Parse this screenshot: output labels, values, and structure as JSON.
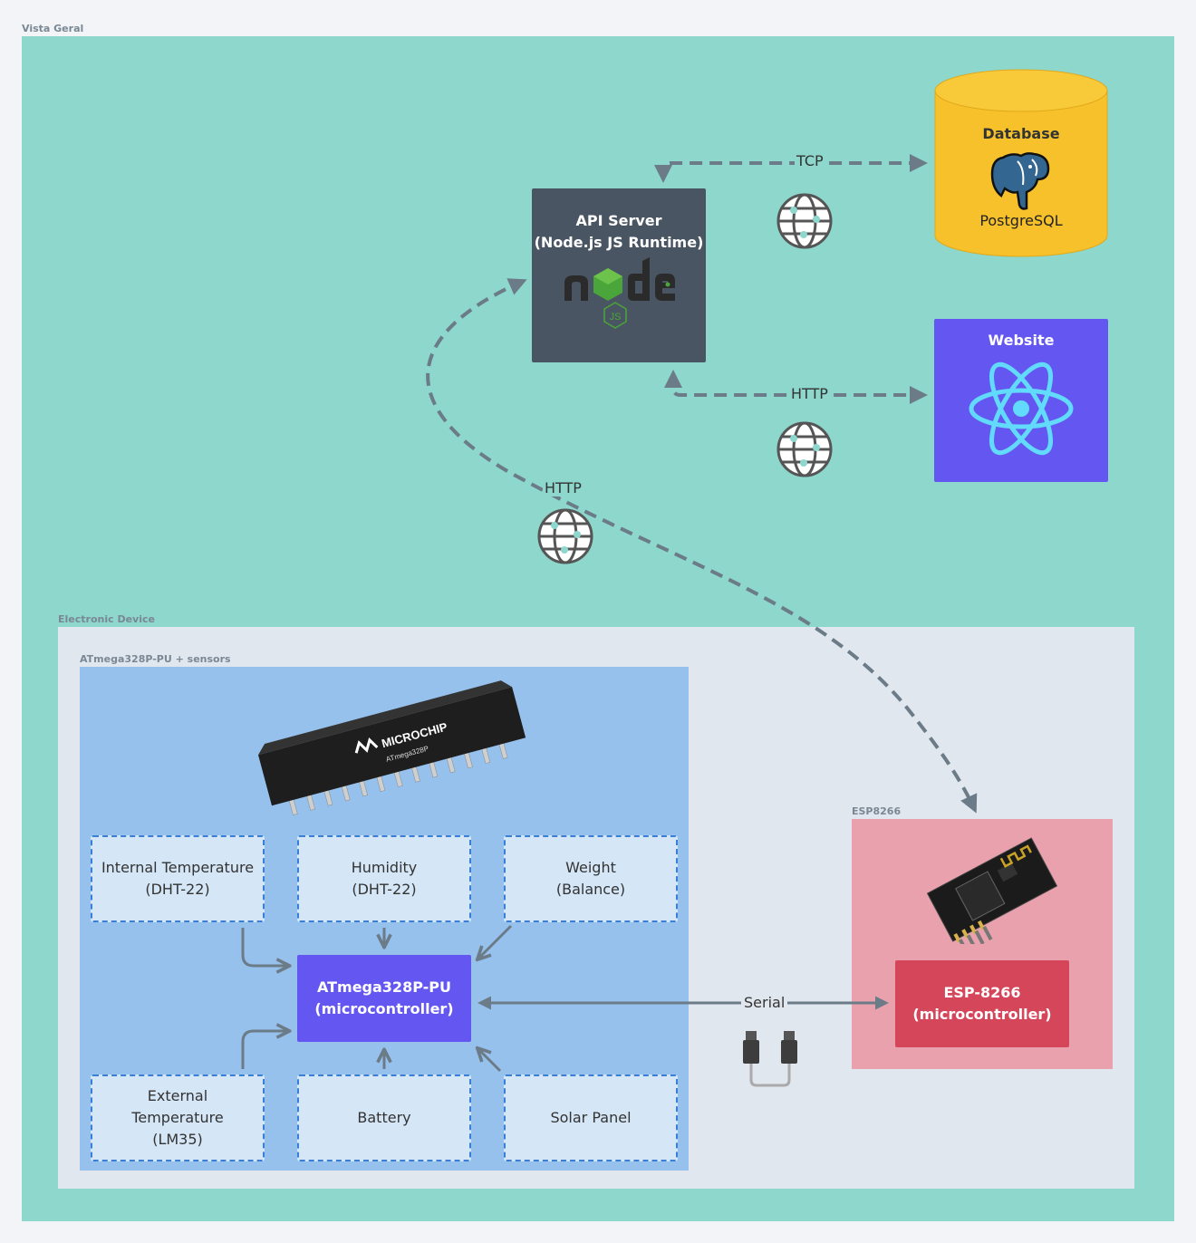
{
  "groups": {
    "overview": "Vista Geral",
    "device": "Electronic Device",
    "atmega_group": "ATmega328P-PU + sensors",
    "esp_group": "ESP8266"
  },
  "nodes": {
    "api_server": "API Server\n(Node.js JS Runtime)",
    "database": "Database",
    "postgres_logo": "PostgreSQL",
    "website": "Website",
    "atmega": "ATmega328P-PU\n(microcontroller)",
    "esp": "ESP-8266\n(microcontroller)",
    "chip_brand": "MICROCHIP",
    "chip_model": "ATmega328P"
  },
  "sensors": {
    "internal_temp": "Internal Temperature\n(DHT-22)",
    "humidity": "Humidity\n(DHT-22)",
    "weight": "Weight\n(Balance)",
    "external_temp": "External\nTemperature\n(LM35)",
    "battery": "Battery",
    "solar": "Solar Panel"
  },
  "connections": {
    "tcp": "TCP",
    "http_web": "HTTP",
    "http_esp": "HTTP",
    "serial": "Serial"
  },
  "colors": {
    "overview_bg": "#8dd7cd",
    "device_bg": "#e1e7ef",
    "atmega_group_bg": "#96c1ec",
    "esp_group_bg": "#e9a2ad",
    "api_server": "#495562",
    "database": "#f6c12a",
    "website": "#6457f1",
    "atmega": "#6457f1",
    "esp": "#d5465a"
  },
  "icons": [
    "globe-icon",
    "postgresql-elephant-icon",
    "nodejs-logo",
    "react-logo",
    "microchip-ic-image",
    "esp8266-module-image",
    "usb-cable-icon"
  ]
}
